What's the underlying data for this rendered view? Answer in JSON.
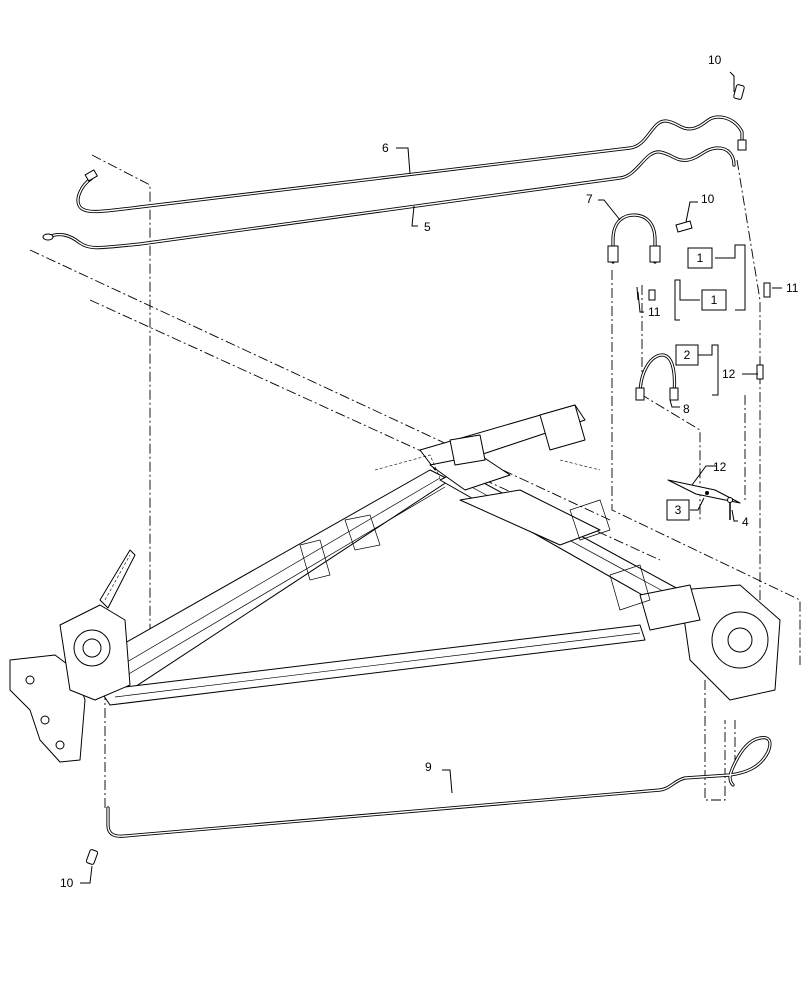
{
  "callouts": {
    "c10_top": "10",
    "c6": "6",
    "c5": "5",
    "c7": "7",
    "c10_mid": "10",
    "c11_right": "11",
    "c11_left": "11",
    "c12_mid": "12",
    "c8": "8",
    "c12_low": "12",
    "c4": "4",
    "c9": "9",
    "c10_bottom": "10"
  },
  "boxed_refs": {
    "b1_upper": "1",
    "b1_lower": "1",
    "b2": "2",
    "b3": "3"
  }
}
